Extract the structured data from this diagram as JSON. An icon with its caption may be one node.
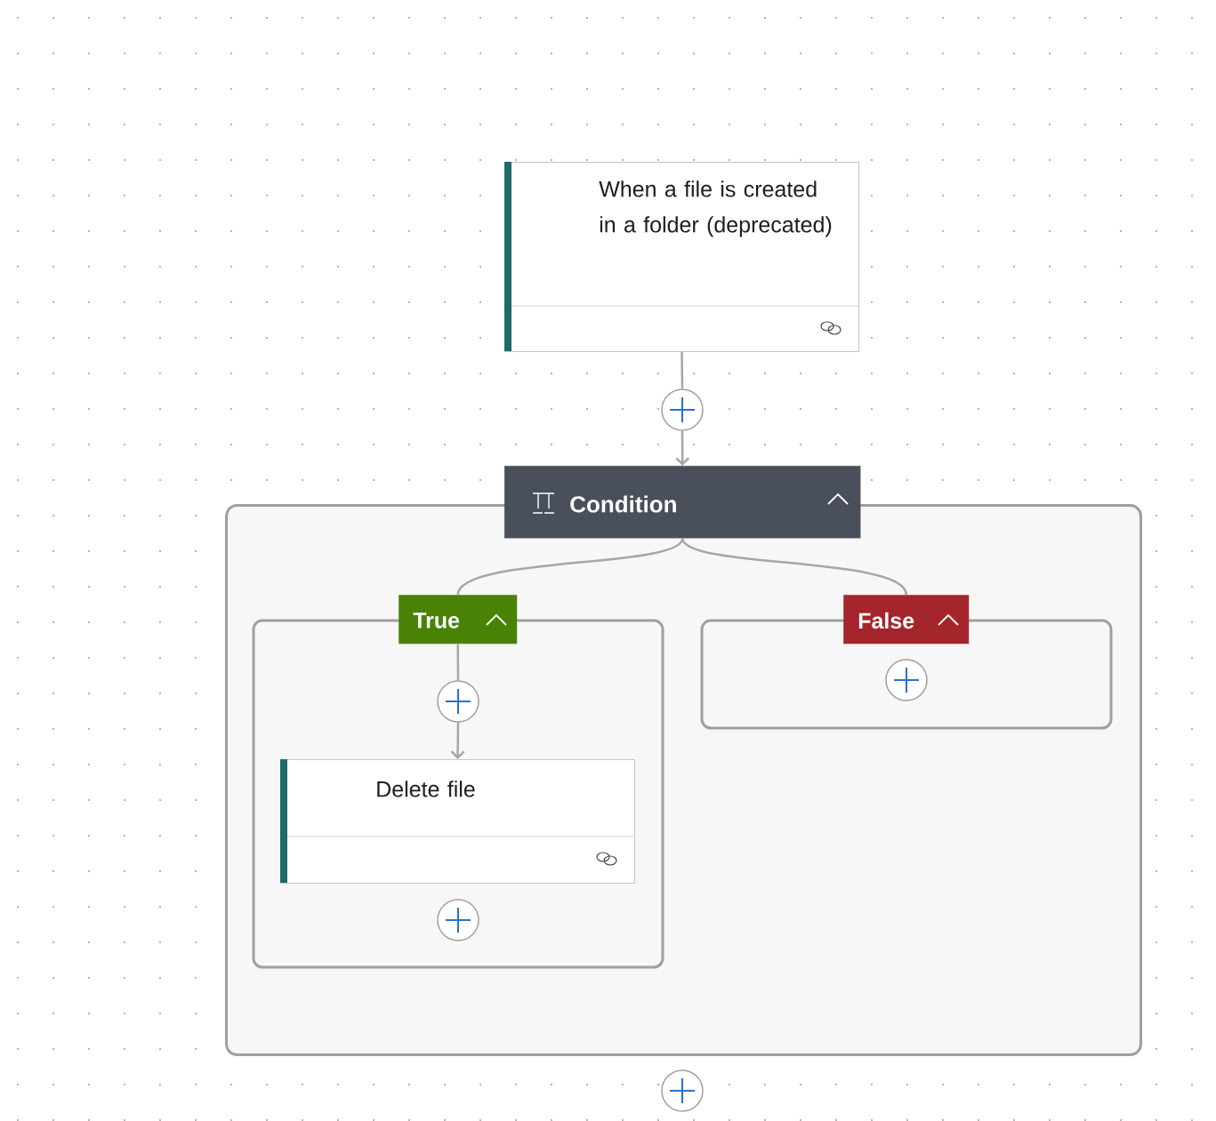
{
  "diagram": {
    "nodes": [
      {
        "text": [
          "When a file is created in a folder (deprecated)"
        ]
      },
      {
        "text": [],
        "shape": "circle"
      },
      {
        "text": [],
        "shape": "box"
      },
      {
        "text": [
          "Condition"
        ]
      },
      {
        "text": [
          "True"
        ],
        "in": 2
      },
      {
        "text": [],
        "shape": "circle",
        "in": 4
      },
      {
        "text": [
          "Delete file"
        ],
        "in": 4
      },
      {
        "text": [],
        "shape": "circle",
        "in": 4
      },
      {
        "text": [
          "False"
        ],
        "in": 2
      },
      {
        "text": [],
        "shape": "circle",
        "in": 8
      },
      {
        "text": [],
        "shape": "circle"
      }
    ],
    "edges": [
      {
        "from": 0,
        "to": 1,
        "arrow": "none"
      },
      {
        "from": 1,
        "to": 3,
        "arrow": "to"
      },
      {
        "from": 3,
        "to": 4,
        "arrow": "none"
      },
      {
        "from": 3,
        "to": 8,
        "arrow": "none"
      },
      {
        "from": 4,
        "to": 5,
        "arrow": "none"
      },
      {
        "from": 5,
        "to": 6,
        "arrow": "to"
      }
    ]
  }
}
